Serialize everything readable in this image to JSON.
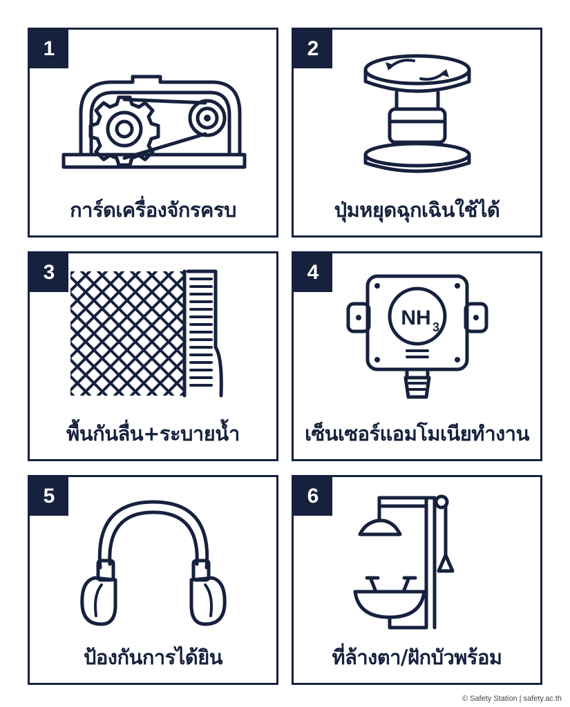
{
  "colors": {
    "ink": "#16213e",
    "background": "#ffffff"
  },
  "cards": [
    {
      "number": "1",
      "label": "การ์ดเครื่องจักรครบ",
      "icon": "machine-gear-guard-icon"
    },
    {
      "number": "2",
      "label": "ปุ่มหยุดฉุกเฉินใช้ได้",
      "icon": "emergency-stop-button-icon"
    },
    {
      "number": "3",
      "label": "พื้นกันลื่น+ระบายน้ำ",
      "icon": "anti-slip-floor-drain-icon"
    },
    {
      "number": "4",
      "label": "เซ็นเซอร์แอมโมเนียทำงาน",
      "icon": "ammonia-sensor-icon"
    },
    {
      "number": "5",
      "label": "ป้องกันการได้ยิน",
      "icon": "hearing-protection-icon"
    },
    {
      "number": "6",
      "label": "ที่ล้างตา/ฝักบัวพร้อม",
      "icon": "eyewash-shower-icon"
    }
  ],
  "sensor_text": "NH",
  "sensor_subscript": "3",
  "footer": "© Safety Station | safety.ac.th"
}
